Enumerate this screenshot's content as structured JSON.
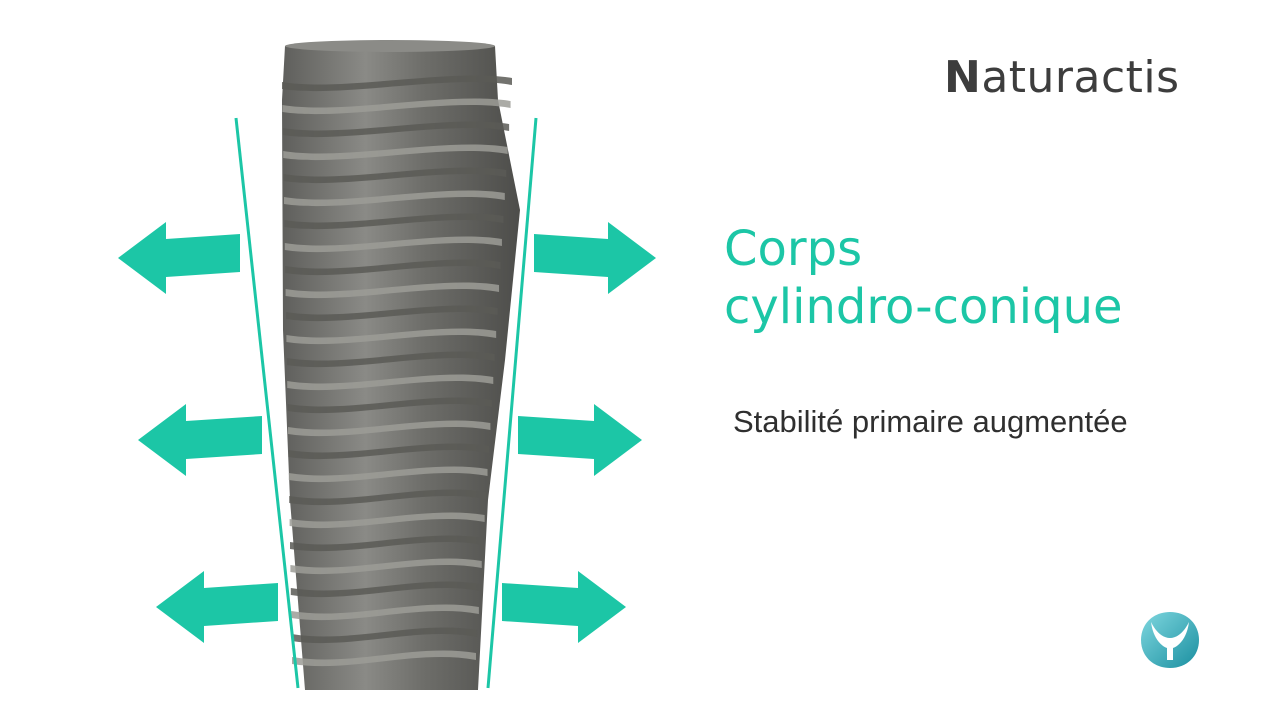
{
  "brand": {
    "name_first": "N",
    "name_rest": "aturactis"
  },
  "headline": {
    "line1": "Corps",
    "line2": "cylindro-conique"
  },
  "subheadline": "Stabilité primaire augmentée",
  "colors": {
    "accent": "#1cc6a6",
    "text": "#2f2f2f",
    "metal": "#7a7a76"
  },
  "icons": {
    "arrows": "arrow-icon",
    "logo": "naturactis-logo-icon"
  }
}
